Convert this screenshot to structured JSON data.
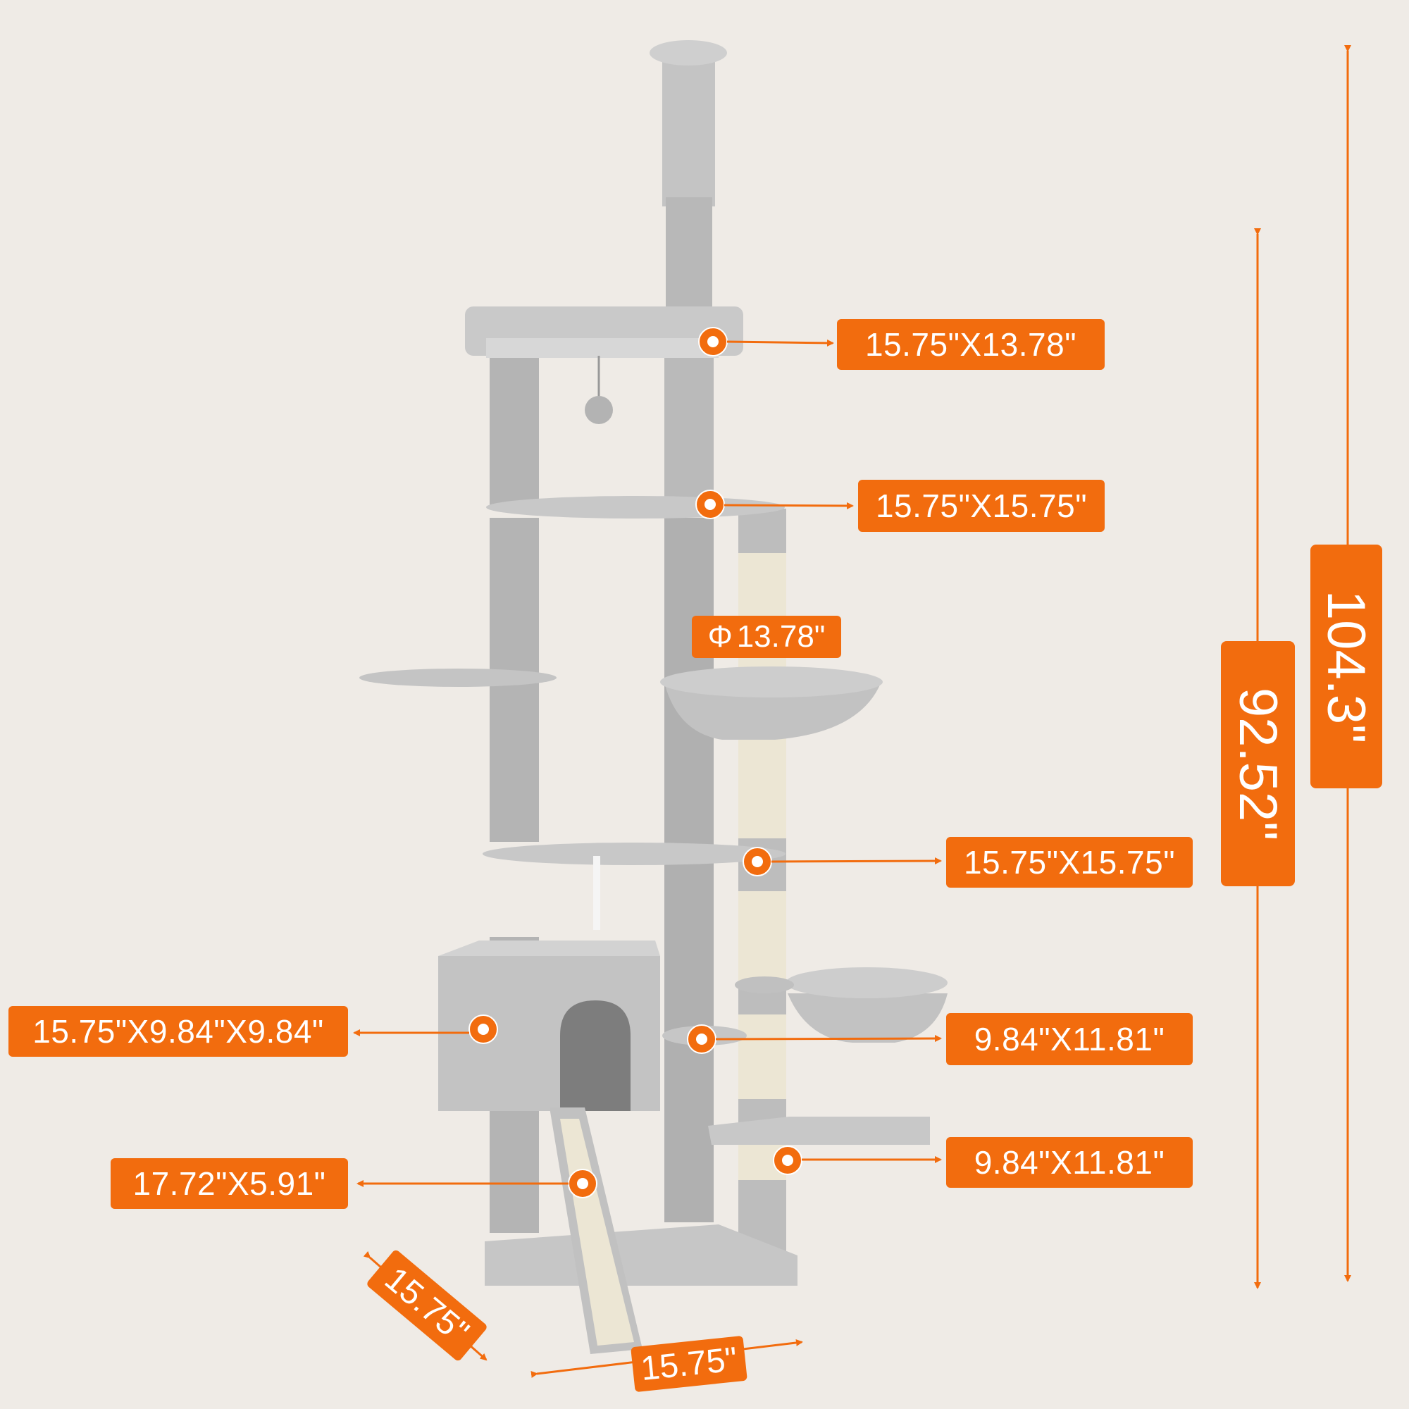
{
  "colors": {
    "accent": "#f26c0e",
    "background": "#efebe6",
    "plush": "#bdbdbd",
    "sisal": "#ece6d4"
  },
  "dimensions": {
    "top_platform": "15.75\"X13.78\"",
    "second_platform": "15.75\"X15.75\"",
    "basket_diameter": "13.78\"",
    "middle_platform": "15.75\"X15.75\"",
    "condo": "15.75\"X9.84\"X9.84\"",
    "basket_small": "9.84\"X11.81\"",
    "bottom_step": "9.84\"X11.81\"",
    "ramp": "17.72\"X5.91\"",
    "base_depth": "15.75\"",
    "base_width": "15.75\"",
    "height_min": "92.52\"",
    "height_max": "104.3\""
  },
  "phi_symbol": "Φ"
}
